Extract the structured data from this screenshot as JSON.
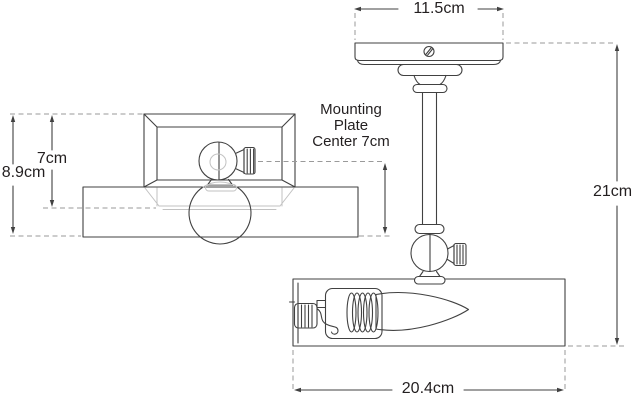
{
  "diagram": {
    "kind": "technical-dimension-drawing",
    "annotation": {
      "lines": [
        "Mounting",
        "Plate",
        "Center 7cm"
      ]
    },
    "dimensions": {
      "plate_width": "11.5cm",
      "backplate_height": "7cm",
      "total_front_height": "8.9cm",
      "overall_height": "21cm",
      "shade_width": "20.4cm"
    },
    "colors": {
      "line": "#414141",
      "light_line": "#c2c2c2",
      "dashed": "#9a9a9a",
      "text": "#231f20",
      "background": "#ffffff"
    }
  }
}
